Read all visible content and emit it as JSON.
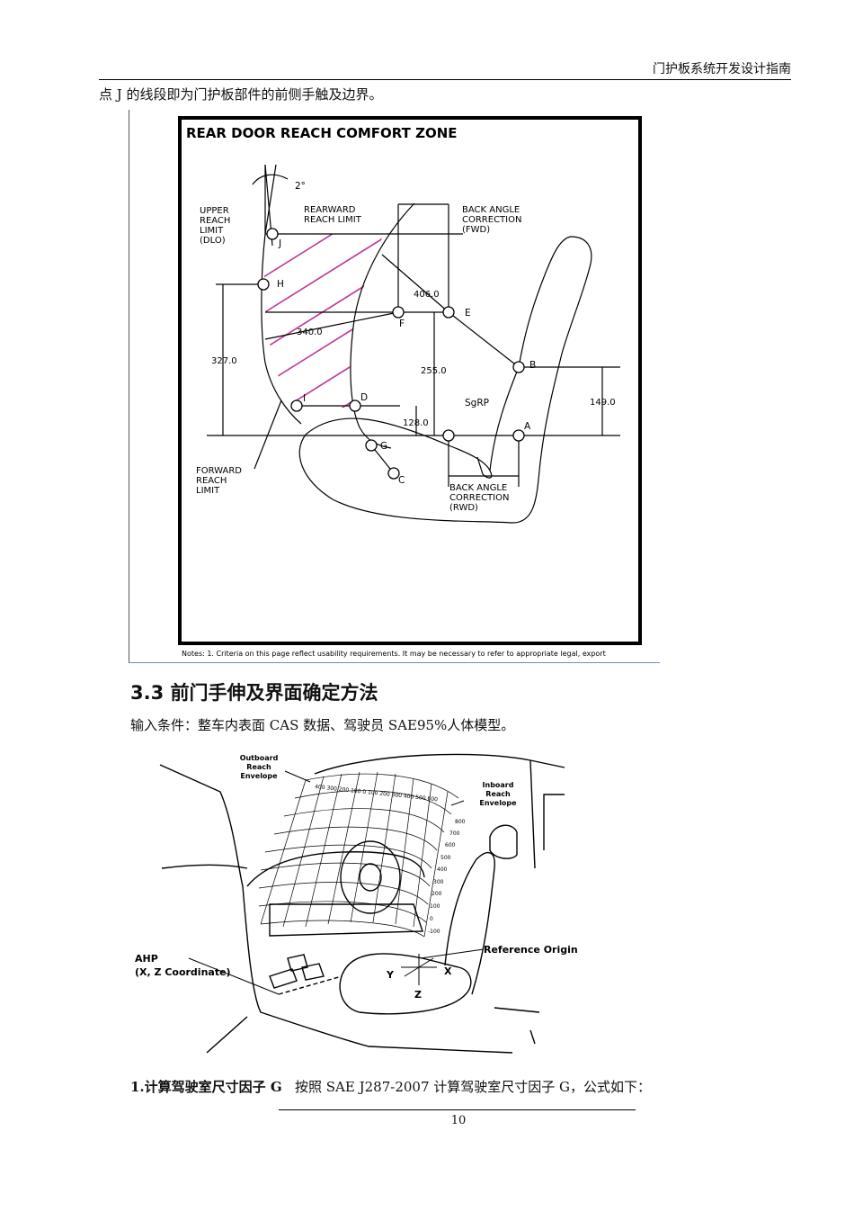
{
  "header": {
    "title": "门护板系统开发设计指南"
  },
  "intro_text": "点 J 的线段即为门护板部件的前侧手触及边界。",
  "figure1": {
    "title": "REAR DOOR REACH COMFORT ZONE",
    "angle_label": "2°",
    "upper_reach": [
      "UPPER",
      "REACH",
      "LIMIT",
      "(DLO)"
    ],
    "rearward_reach": [
      "REARWARD",
      "REACH LIMIT"
    ],
    "back_angle_fwd": [
      "BACK ANGLE",
      "CORRECTION",
      "(FWD)"
    ],
    "back_angle_rwd": [
      "BACK ANGLE",
      "CORRECTION",
      "(RWD)"
    ],
    "forward_reach": [
      "FORWARD",
      "REACH",
      "LIMIT"
    ],
    "points": {
      "J": "J",
      "H": "H",
      "F": "F",
      "E": "E",
      "B": "B",
      "I": "I",
      "D": "D",
      "A": "A",
      "G": "G",
      "C": "C",
      "SgRP": "SgRP"
    },
    "dims": {
      "d406": "406.0",
      "d340": "340.0",
      "d327": "327.0",
      "d255": "255.0",
      "d149": "149.0",
      "d128": "128.0"
    },
    "notes": "Notes:   1.    Criteria on this page reflect usability requirements.  It may be necessary to refer to appropriate legal, export"
  },
  "section": {
    "heading": "3.3 前门手伸及界面确定方法",
    "input_conditions": "输入条件：整车内表面 CAS 数据、驾驶员 SAE95%人体模型。"
  },
  "figure2": {
    "outboard": [
      "Outboard",
      "Reach",
      "Envelope"
    ],
    "inboard": [
      "Inboard",
      "Reach",
      "Envelope"
    ],
    "arc_scale": "400  300  200  100   0   100  200  300  400  500  600",
    "vertical_scale": [
      "800",
      "700",
      "600",
      "500",
      "400",
      "300",
      "200",
      "100",
      "0",
      "-100"
    ],
    "ahp": [
      "AHP",
      "(X, Z Coordinate)"
    ],
    "reference_origin": "Reference Origin",
    "axes": {
      "x": "X",
      "y": "Y",
      "z": "Z"
    }
  },
  "step1": {
    "label": "1.计算驾驶室尺寸因子 G",
    "text": "按照 SAE J287-2007 计算驾驶室尺寸因子 G，公式如下："
  },
  "footer": {
    "page_number": "10"
  }
}
